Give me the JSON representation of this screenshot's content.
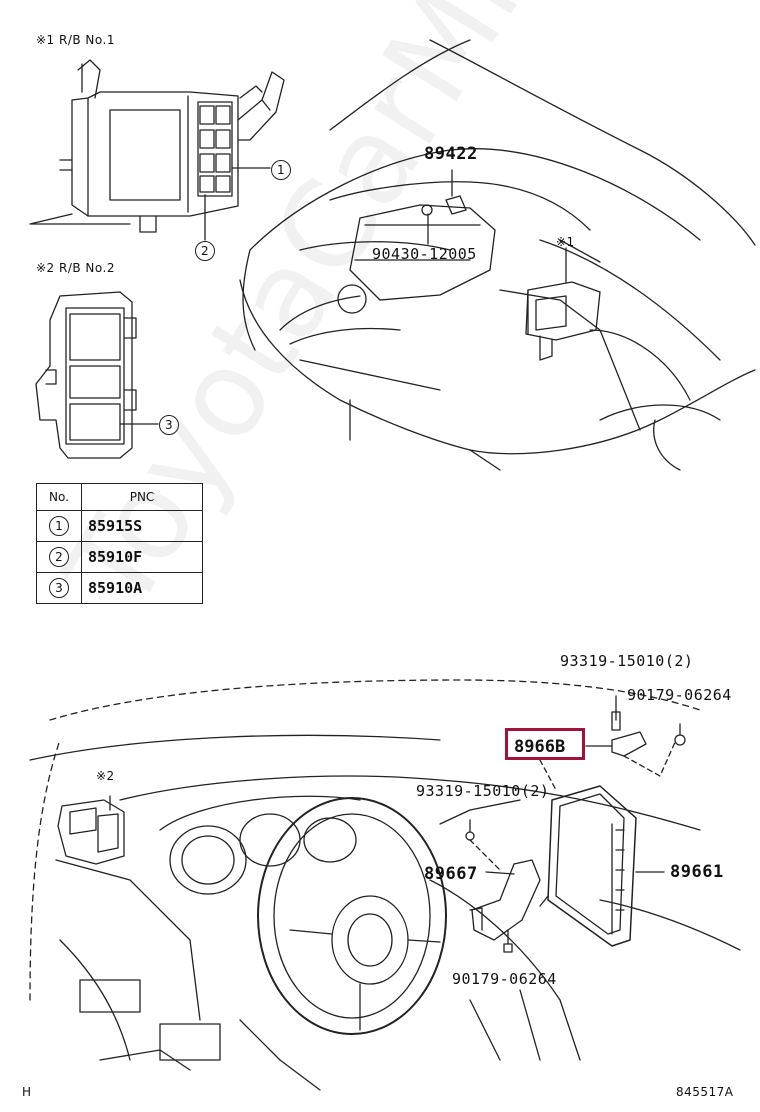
{
  "headers": {
    "rb1": "※1 R/B No.1",
    "rb2": "※2 R/B No.2"
  },
  "markers": {
    "star1": "※1",
    "star2": "※2"
  },
  "callouts": {
    "c1": "1",
    "c2": "2",
    "c3": "3"
  },
  "parts": {
    "p89422": "89422",
    "p90430": "90430-12005",
    "p93319_top": "93319-15010(2)",
    "p90179_top": "90179-06264",
    "p8966B": "8966B",
    "p93319_mid": "93319-15010(2)",
    "p89667": "89667",
    "p89661": "89661",
    "p90179_bottom": "90179-06264"
  },
  "table": {
    "headers": [
      "No.",
      "PNC"
    ],
    "rows": [
      {
        "no": "1",
        "pnc": "85915S"
      },
      {
        "no": "2",
        "pnc": "85910F"
      },
      {
        "no": "3",
        "pnc": "85910A"
      }
    ]
  },
  "footer": {
    "left": "H",
    "right": "845517A"
  },
  "watermark": "ToyotaCarMine.ru",
  "colors": {
    "highlight": "#a3123a",
    "line": "#222222"
  }
}
